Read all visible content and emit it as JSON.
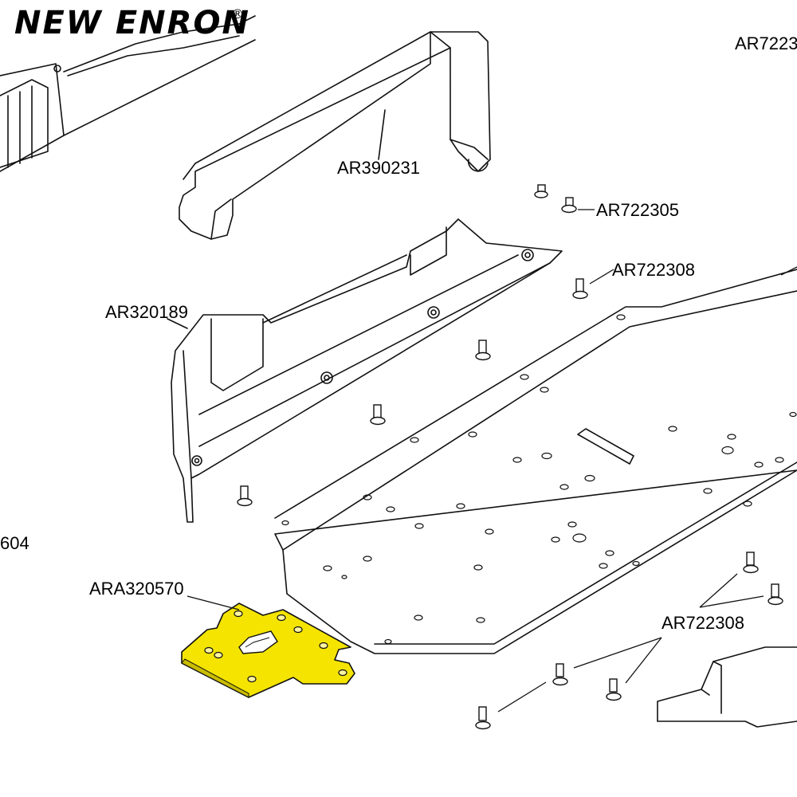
{
  "brand": {
    "name": "NEW ENRON",
    "registered_mark": "®"
  },
  "colors": {
    "highlight_part": "#f4e400",
    "line": "#111111",
    "background": "#ffffff"
  },
  "callouts": {
    "ar7223_partial": "AR7223",
    "ar390231": "AR390231",
    "ar722305": "AR722305",
    "ar722308_top": "AR722308",
    "ar320189": "AR320189",
    "partial_604": "604",
    "ara320570": "ARA320570",
    "ar722308_bottom": "AR722308"
  }
}
